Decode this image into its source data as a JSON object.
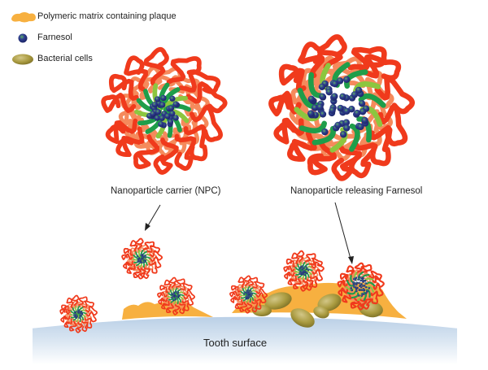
{
  "legend": {
    "items": [
      {
        "id": "matrix",
        "label": "Polymeric matrix containing plaque",
        "icon": "matrix-blob-icon",
        "color": "#f7b040"
      },
      {
        "id": "farnesol",
        "label": "Farnesol",
        "icon": "farnesol-sphere-icon",
        "color": "#2e3d8f"
      },
      {
        "id": "bacteria",
        "label": "Bacterial cells",
        "icon": "bacterial-cell-icon",
        "color": "#a99a3f"
      }
    ]
  },
  "captions": {
    "npc": "Nanoparticle carrier (NPC)",
    "releasing": "Nanoparticle releasing Farnesol"
  },
  "surface": {
    "label": "Tooth surface"
  },
  "colors": {
    "corona_red": "#f03a1c",
    "corona_salmon": "#f58a5c",
    "core_green": "#1f9e4a",
    "core_lightgreen": "#8cc63f",
    "farnesol_blue": "#2e3d8f",
    "plaque_orange": "#f7b040",
    "bacteria_olive": "#a99a3f",
    "tooth_blue": "#c4d7ea",
    "arrow": "#222222"
  }
}
